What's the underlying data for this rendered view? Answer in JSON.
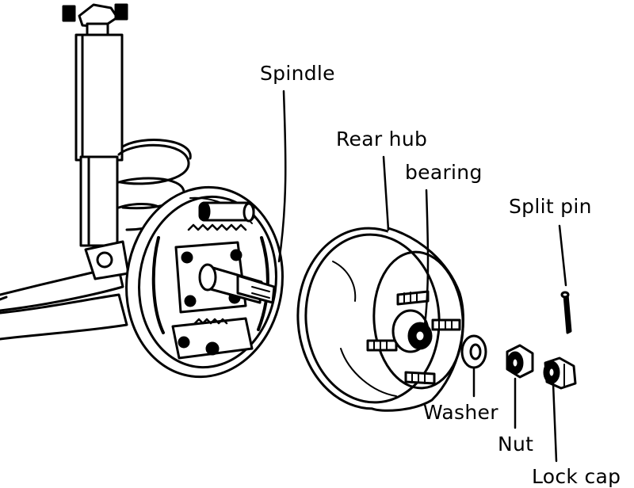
{
  "labels": {
    "spindle": "Spindle",
    "rear_hub": "Rear hub",
    "bearing": "bearing",
    "split_pin": "Split pin",
    "washer": "Washer",
    "nut": "Nut",
    "lock_cap": "Lock cap"
  },
  "colors": {
    "ink": "#000000",
    "paper": "#ffffff"
  }
}
